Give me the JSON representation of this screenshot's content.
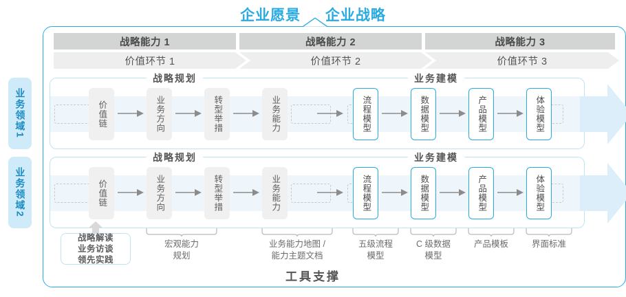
{
  "header": {
    "title_vision": "企业愿景",
    "title_strategy": "企业战略"
  },
  "capabilities": [
    {
      "label": "战略能力 1"
    },
    {
      "label": "战略能力 2"
    },
    {
      "label": "战略能力 3"
    }
  ],
  "value_stages": [
    {
      "label": "价值环节 1"
    },
    {
      "label": "价值环节 2"
    },
    {
      "label": "价值环节 3"
    }
  ],
  "domains": [
    {
      "name": "业务领域",
      "index": "1"
    },
    {
      "name": "业务领域",
      "index": "2"
    }
  ],
  "groups": {
    "planning_label": "战略规划",
    "modeling_label": "业务建模"
  },
  "nodes": {
    "planning": [
      "价值链",
      "业务方向",
      "转型举措",
      "业务能力"
    ],
    "modeling": [
      "流程模型",
      "数据模型",
      "产品模型",
      "体验模型"
    ]
  },
  "bottom_notes": [
    {
      "line1": "战略解读",
      "line2": "业务访谈",
      "line3": "领先实践"
    },
    {
      "line1": "宏观能力",
      "line2": "规划"
    },
    {
      "line1": "业务能力地图 /",
      "line2": "能力主题文档"
    },
    {
      "line1": "五级流程",
      "line2": "模型"
    },
    {
      "line1": "C 级数据",
      "line2": "模型"
    },
    {
      "line1": "产品模板"
    },
    {
      "line1": "界面标准"
    }
  ],
  "footer": {
    "label": "工具支撑"
  },
  "colors": {
    "accent_blue": "#29abe2",
    "band_blue": "#eef6fb",
    "tab_blue": "#cfeaf8",
    "cap_gray": "#d3d4d4",
    "stage_gray": "#eeeeee",
    "node_gray": "#f0f0f0"
  }
}
